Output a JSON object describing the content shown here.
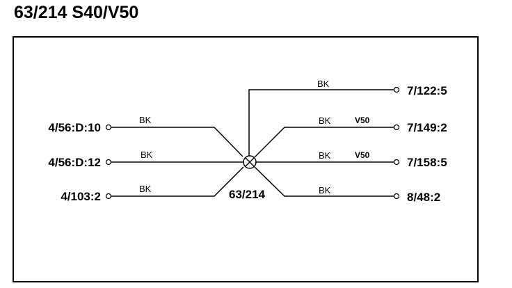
{
  "title": "63/214 S40/V50",
  "splice": {
    "label": "63/214"
  },
  "left": [
    {
      "id": "4/56:D:10",
      "wire": "BK"
    },
    {
      "id": "4/56:D:12",
      "wire": "BK"
    },
    {
      "id": "4/103:2",
      "wire": "BK"
    }
  ],
  "right": [
    {
      "id": "7/122:5",
      "wire": "BK",
      "option": ""
    },
    {
      "id": "7/149:2",
      "wire": "BK",
      "option": "V50"
    },
    {
      "id": "7/158:5",
      "wire": "BK",
      "option": "V50"
    },
    {
      "id": "8/48:2",
      "wire": "BK",
      "option": ""
    }
  ]
}
